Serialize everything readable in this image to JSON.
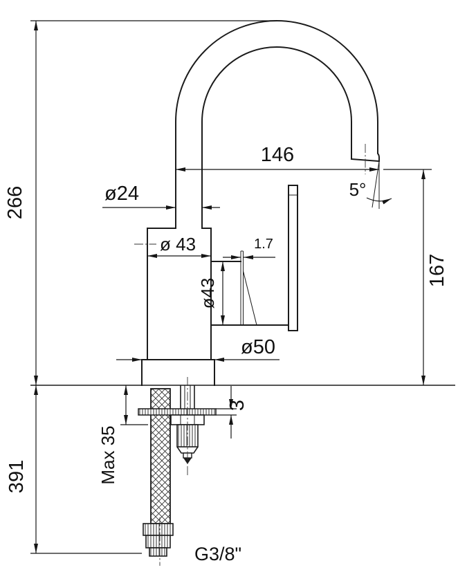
{
  "drawing": {
    "kind": "technical dimensional drawing",
    "subject": "single-lever sink mixer tap, side elevation with mounting hardware",
    "line_color": "#1b1b1b",
    "background": "#ffffff",
    "labels": {
      "overall_height": "266",
      "below_deck_length": "391",
      "spout_reach": "146",
      "spout_outlet_height": "167",
      "spout_tube_diameter": "ø24",
      "body_diameter": "ø 43",
      "body_side_diameter": "ø43",
      "lever_blade_thickness": "1.7",
      "outlet_angle": "5°",
      "base_diameter": "ø50",
      "seal_thickness": "3",
      "max_deck_thickness": "Max 35",
      "supply_thread": "G3/8\""
    }
  }
}
